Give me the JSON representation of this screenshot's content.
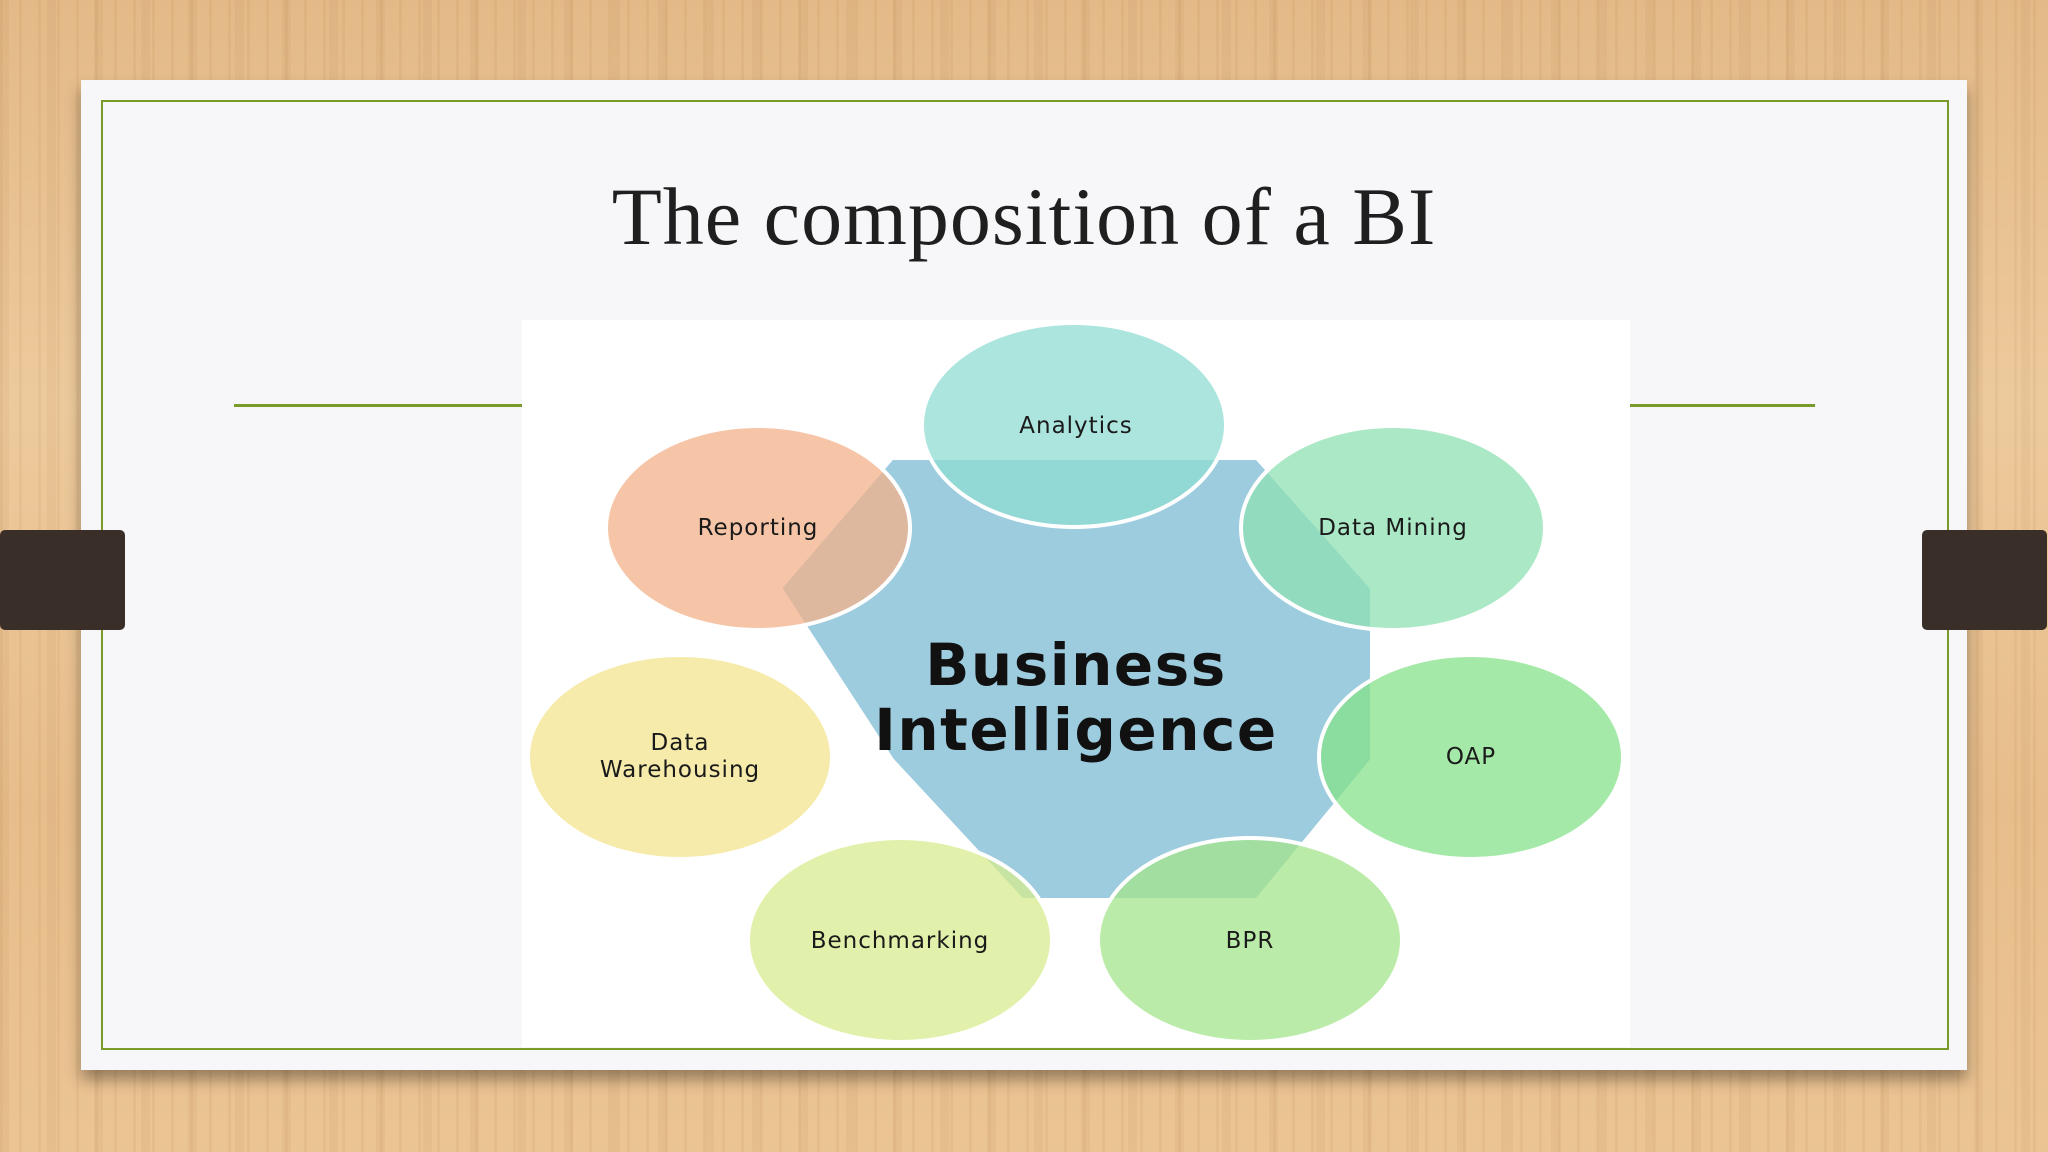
{
  "slide": {
    "title": "The composition of a BI"
  },
  "diagram": {
    "center": {
      "lines": [
        "Business",
        "Intelligence"
      ],
      "color": "#8cc3d9"
    },
    "nodes": [
      {
        "lines": [
          "Analytics"
        ],
        "color": "#8fdcd2"
      },
      {
        "lines": [
          "Data Mining"
        ],
        "color": "#8fe0b3"
      },
      {
        "lines": [
          "OAP"
        ],
        "color": "#85e28a"
      },
      {
        "lines": [
          "BPR"
        ],
        "color": "#a4e48b"
      },
      {
        "lines": [
          "Benchmarking"
        ],
        "color": "#d7ec8f"
      },
      {
        "lines": [
          "Data",
          "Warehousing"
        ],
        "color": "#f3e48f"
      },
      {
        "lines": [
          "Reporting"
        ],
        "color": "#f3b18a"
      }
    ]
  },
  "colors": {
    "frame_accent": "#7a9a2a",
    "title_text": "#1f1f1f"
  }
}
